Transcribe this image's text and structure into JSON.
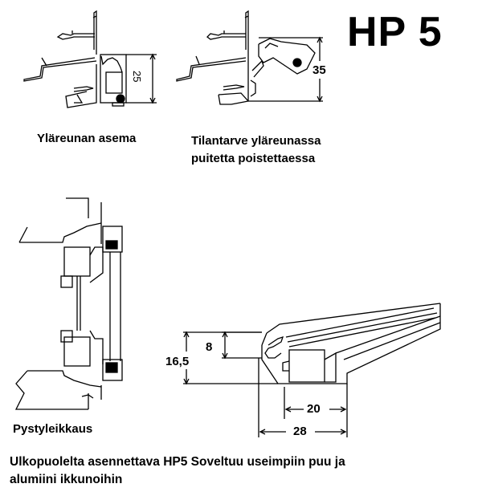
{
  "title": "HP 5",
  "diagrams": {
    "top_left": {
      "caption": "Yläreunan asema",
      "dimension": "25"
    },
    "top_middle": {
      "caption_line1": "Tilantarve yläreunassa",
      "caption_line2": "puitetta poistettaessa",
      "dimension": "35"
    },
    "bottom_left": {
      "caption": "Pystyleikkaus"
    },
    "profile": {
      "dimensions": {
        "height_total": "16,5",
        "height_upper": "8",
        "width_inner": "20",
        "width_total": "28"
      }
    }
  },
  "footer": {
    "line1": "Ulkopuolelta asennettava HP5 Soveltuu useimpiin puu ja",
    "line2": "alumiini ikkunoihin"
  }
}
